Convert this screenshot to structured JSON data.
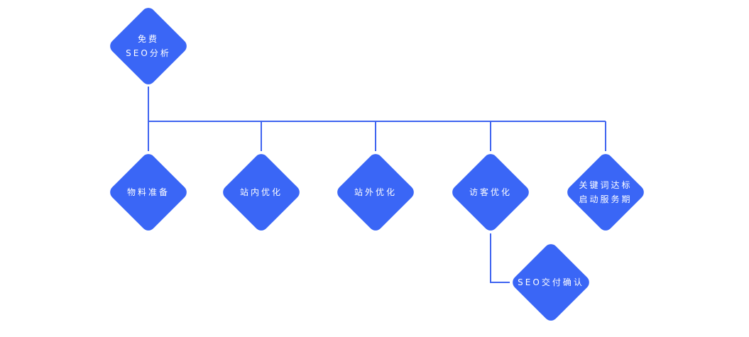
{
  "colors": {
    "node": "#3a66f6",
    "connector": "#3f64f0",
    "text": "#ffffff",
    "background": "#ffffff"
  },
  "nodes": {
    "root": {
      "lines": [
        "免费",
        "SEO分析"
      ]
    },
    "materials": {
      "lines": [
        "物料准备"
      ]
    },
    "onsite": {
      "lines": [
        "站内优化"
      ]
    },
    "offsite": {
      "lines": [
        "站外优化"
      ]
    },
    "visitor": {
      "lines": [
        "访客优化"
      ]
    },
    "keyword": {
      "lines": [
        "关键词达标",
        "启动服务期"
      ]
    },
    "delivery": {
      "lines": [
        "SEO交付确认"
      ]
    }
  }
}
